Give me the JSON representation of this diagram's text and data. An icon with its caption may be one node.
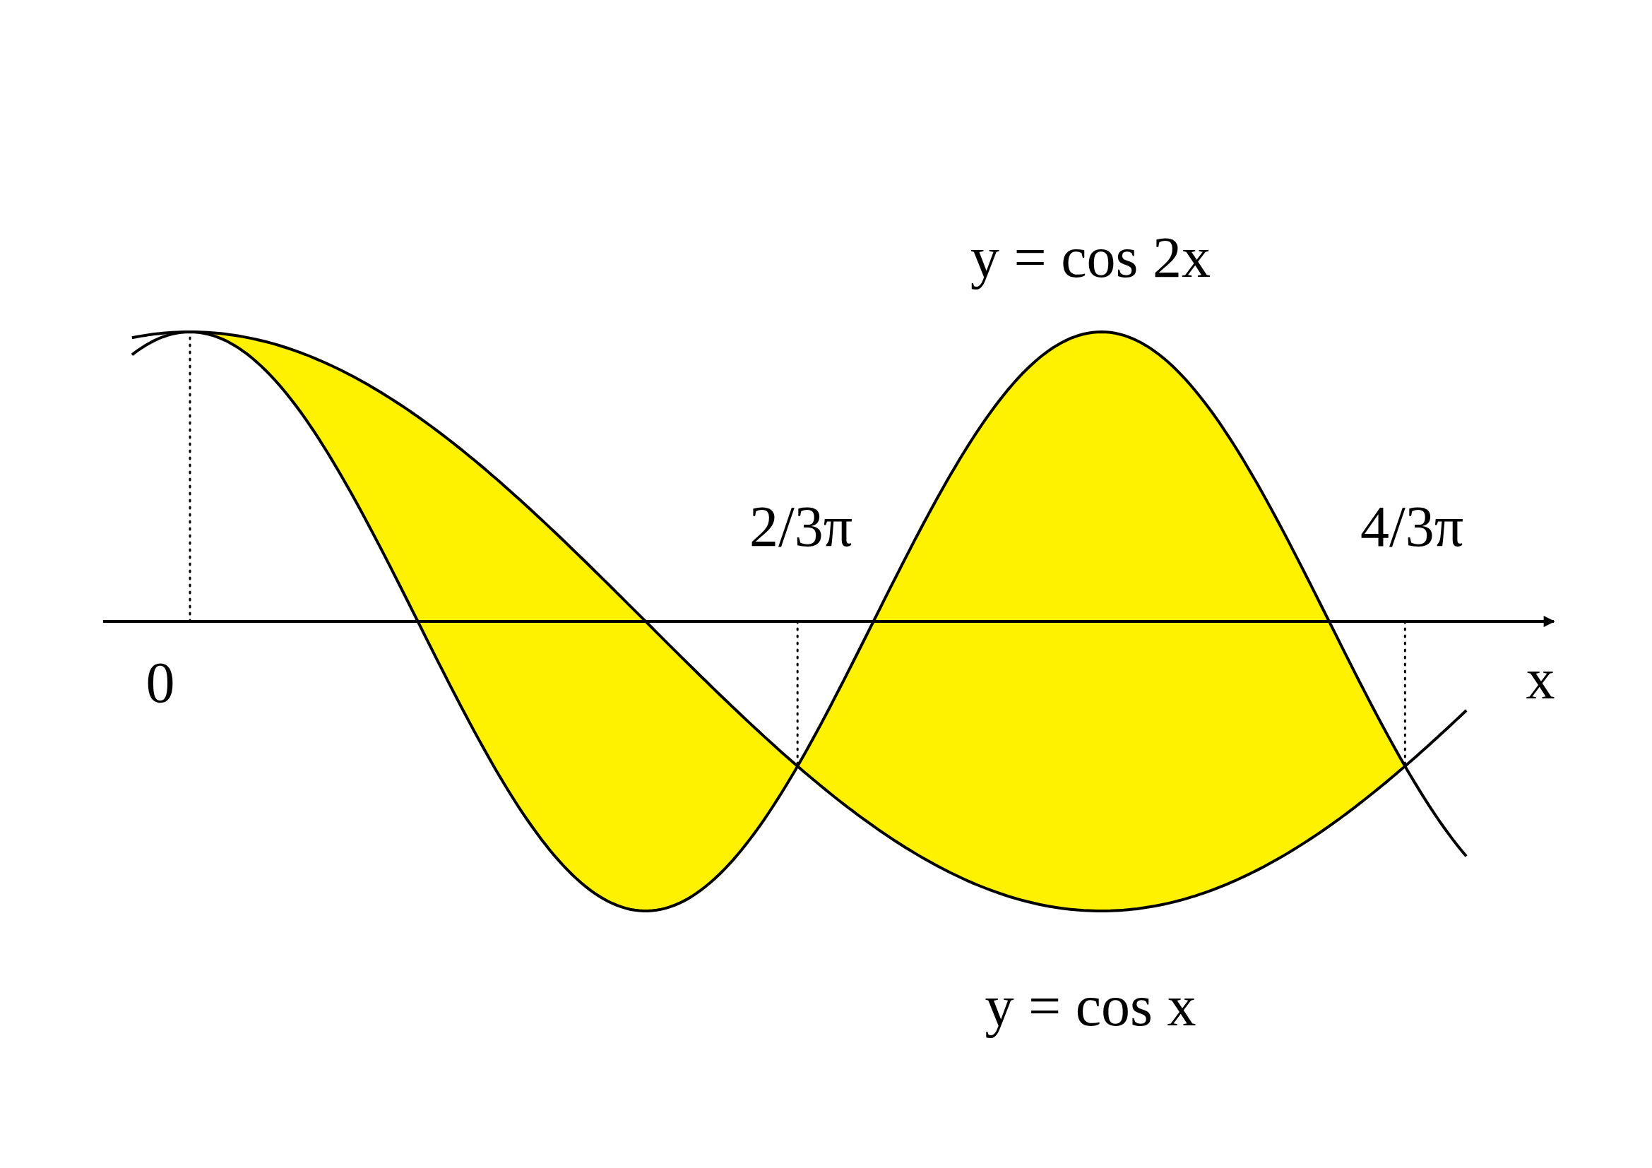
{
  "diagram": {
    "labels": [
      "y = cos 2x",
      "2/3π",
      "4/3π",
      "0",
      "x",
      "y = cos x"
    ]
  }
}
